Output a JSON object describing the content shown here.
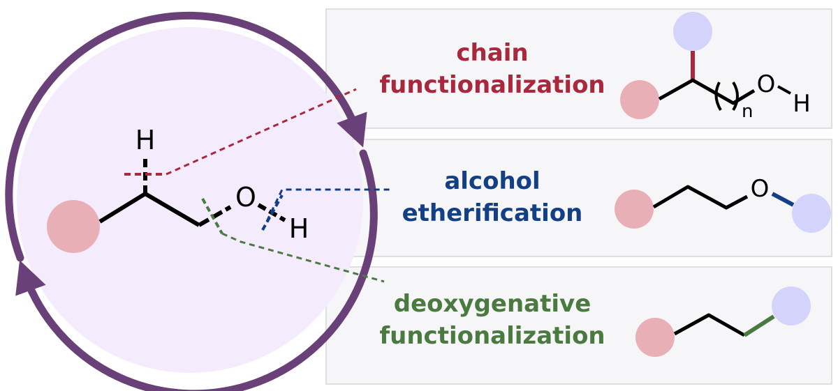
{
  "molecule": {
    "atom_h_top": "H",
    "atom_o": "O",
    "atom_h_right": "H"
  },
  "pathways": [
    {
      "line1": "chain",
      "line2": "functionalization",
      "color": "#a8293d"
    },
    {
      "line1": "alcohol",
      "line2": "etherification",
      "color": "#133f84"
    },
    {
      "line1": "deoxygenative",
      "line2": "functionalization",
      "color": "#4a7a40"
    }
  ],
  "product_chain": {
    "atom_o": "O",
    "atom_h": "H",
    "subscript": "n"
  },
  "product_ether": {
    "atom_o": "O"
  },
  "colors": {
    "cycle_arrow": "#6a4078",
    "circle_fill": "#f4ebfd",
    "pink_group": "#e8b0b6",
    "blue_group": "#d3d3fb"
  }
}
